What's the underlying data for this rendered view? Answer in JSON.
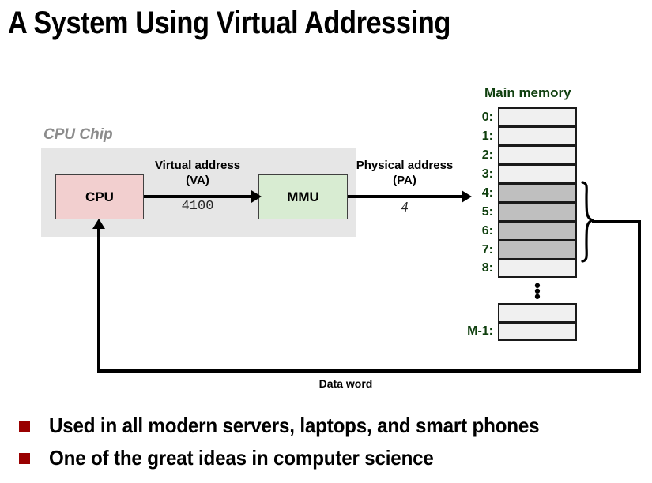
{
  "slide": {
    "title": "A System Using Virtual Addressing"
  },
  "diagram": {
    "cpu_chip_label": "CPU Chip",
    "cpu_box_label": "CPU",
    "mmu_box_label": "MMU",
    "virtual_address_label": "Virtual address",
    "virtual_address_sublabel": "(VA)",
    "virtual_address_value": "4100",
    "physical_address_label": "Physical address",
    "physical_address_sublabel": "(PA)",
    "physical_address_value": "4",
    "data_word_label": "Data word",
    "ellipsis_dots": [
      "•",
      "•",
      "•"
    ],
    "memory": {
      "title": "Main memory",
      "rows": [
        {
          "label": "0:",
          "shaded": false
        },
        {
          "label": "1:",
          "shaded": false
        },
        {
          "label": "2:",
          "shaded": false
        },
        {
          "label": "3:",
          "shaded": false
        },
        {
          "label": "4:",
          "shaded": true
        },
        {
          "label": "5:",
          "shaded": true
        },
        {
          "label": "6:",
          "shaded": true
        },
        {
          "label": "7:",
          "shaded": true
        },
        {
          "label": "8:",
          "shaded": false
        }
      ],
      "bottom_rows": [
        {
          "label": "",
          "shaded": false
        },
        {
          "label": "M-1:",
          "shaded": false
        }
      ]
    }
  },
  "bullets": [
    {
      "text": "Used in all modern servers, laptops, and smart phones"
    },
    {
      "text": "One of the great ideas in computer science"
    }
  ],
  "colors": {
    "title_text": "#000000",
    "memory_green": "#10400f",
    "bullet_marker": "#990000",
    "cpu_box_fill": "#f2cfcf",
    "mmu_box_fill": "#d8ecd2",
    "chip_fill": "#e6e6e6",
    "chip_label_text": "#8c8c8c",
    "memory_row_fill": "#f0f0f0",
    "memory_row_shaded_fill": "#bfbfbf"
  }
}
